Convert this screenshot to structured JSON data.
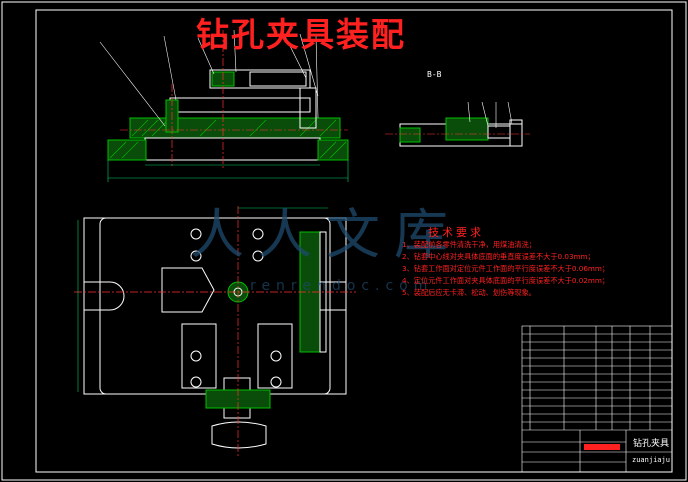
{
  "drawing": {
    "title": "钻孔夹具装配",
    "section_label": "B-B",
    "watermark_main": "人人文库",
    "watermark_sub": "renrendoc.com"
  },
  "tech_requirements": {
    "heading": "技术要求",
    "items": [
      "1、装配前各零件清洗干净，用煤油清洗；",
      "2、钻套中心线对夹具体底面的垂直度误差不大于0.03mm；",
      "3、钻套工作面对定位元件工作面的平行度误差不大于0.06mm；",
      "4、定位元件工作面对夹具体底面的平行度误差不大于0.02mm；",
      "5、装配后应无卡滞、松动、划伤等现象。"
    ]
  },
  "title_block": {
    "drawing_name": "钻孔夹具",
    "drawing_code": "zuanjiaju"
  },
  "colors": {
    "background": "#000000",
    "outline": "#ffffff",
    "centerline": "#ff3030",
    "hatch": "#00c000",
    "dimension": "#00d060",
    "title": "#ff2020"
  }
}
